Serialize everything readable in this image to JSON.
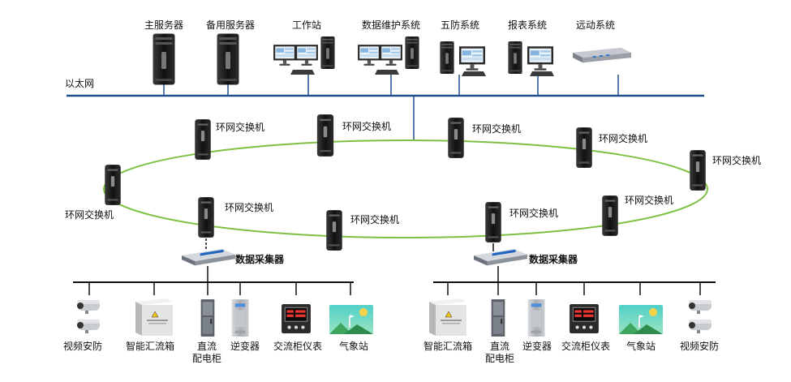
{
  "top_systems": {
    "main_server": "主服务器",
    "backup_server": "备用服务器",
    "workstation": "工作站",
    "data_maintenance": "数据维护系统",
    "five_prevention": "五防系统",
    "report_system": "报表系统",
    "remote_system": "远动系统"
  },
  "ethernet_label": "以太网",
  "ring_switch_label": "环网交换机",
  "data_collector_label": "数据采集器",
  "left_devices": {
    "video_security": "视频安防",
    "combiner_box": "智能汇流箱",
    "dc_cabinet_line1": "直流",
    "dc_cabinet_line2": "配电柜",
    "inverter": "逆变器",
    "ac_meter": "交流柜仪表",
    "weather_station": "气象站"
  },
  "right_devices": {
    "combiner_box": "智能汇流箱",
    "dc_cabinet_line1": "直流",
    "dc_cabinet_line2": "配电柜",
    "inverter": "逆变器",
    "ac_meter": "交流柜仪表",
    "weather_station": "气象站",
    "video_security": "视频安防"
  },
  "colors": {
    "bus_line": "#1f4e8c",
    "ring_line": "#7dc142",
    "tower_dark": "#1e1e1e",
    "device_gray": "#b8bcc2"
  }
}
